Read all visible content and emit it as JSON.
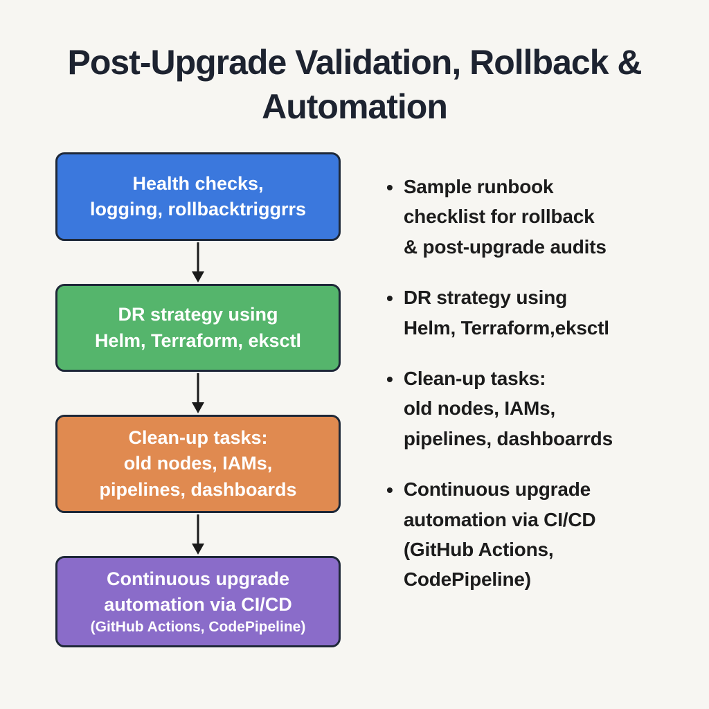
{
  "title": "Post-Upgrade Validation, Rollback & Automation",
  "colors": {
    "background": "#f7f6f2",
    "box_border": "#1e2838",
    "title_text": "#1d2330",
    "arrow": "#1a1a1a",
    "box_blue": "#3b78dd",
    "box_green": "#55b56c",
    "box_orange": "#e08a50",
    "box_purple": "#8a6cc9"
  },
  "flow": {
    "boxes": [
      {
        "id": "health-checks",
        "text": "Health checks,\nlogging, rollbacktriggrrs",
        "color": "#3b78dd"
      },
      {
        "id": "dr-strategy",
        "text": "DR strategy using\nHelm, Terraform, eksctl",
        "color": "#55b56c"
      },
      {
        "id": "cleanup-tasks",
        "text": "Clean-up tasks:\nold nodes, IAMs,\npipelines, dashboards",
        "color": "#e08a50"
      },
      {
        "id": "continuous-upgrade",
        "text": "Continuous upgrade\nautomation via CI/CD",
        "subtext": "(GitHub Actions, CodePipeline)",
        "color": "#8a6cc9"
      }
    ]
  },
  "bullets": [
    "Sample runbook\nchecklist for rollback\n& post-upgrade audits",
    "DR strategy using\nHelm, Terraform,eksctl",
    "Clean-up tasks:\nold nodes, IAMs,\npipelines, dashboarrds",
    "Continuous upgrade\nautomation via CI/CD\n(GitHub Actions,\nCodePipeline)"
  ]
}
